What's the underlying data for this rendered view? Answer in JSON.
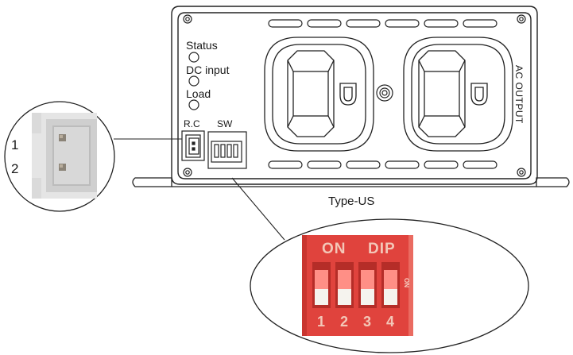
{
  "panel": {
    "status_label": "Status",
    "dc_input_label": "DC input",
    "load_label": "Load",
    "rc_label": "R.C",
    "sw_label": "SW",
    "ac_output_label": "AC  OUTPUT"
  },
  "connector_callout": {
    "pin_labels": [
      "1",
      "2"
    ]
  },
  "caption": {
    "type_label": "Type-US"
  },
  "dip_callout": {
    "on_label": "ON",
    "dip_label": "DIP",
    "switch_numbers": [
      "1",
      "2",
      "3",
      "4"
    ],
    "side_on_label": "ON"
  },
  "colors": {
    "dip_red": "#e0433d",
    "dip_text": "#f3c7b8",
    "line": "#1a1a1a"
  }
}
